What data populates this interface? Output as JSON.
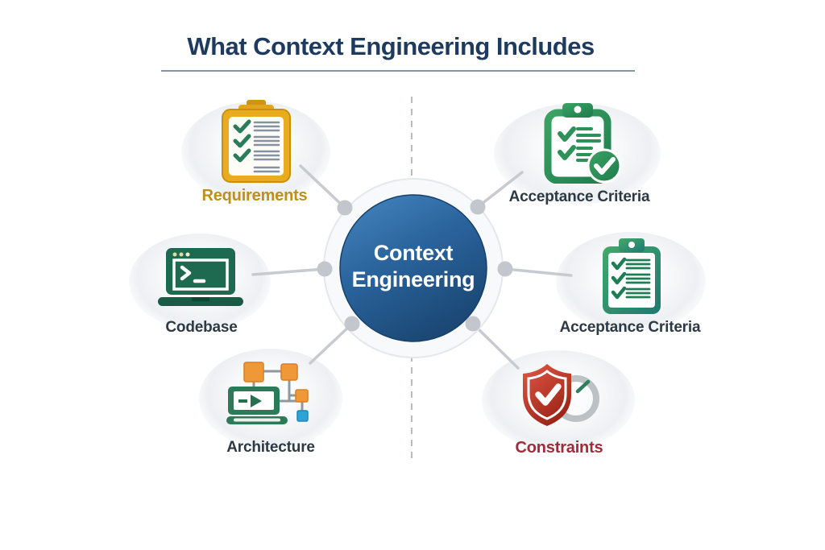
{
  "title": "What Context Engineering Includes",
  "center_node": {
    "label_line1": "Context",
    "label_line2": "Engineering"
  },
  "nodes": [
    {
      "label": "Requirements",
      "icon": "requirements-checklist-clipboard-icon",
      "accent_color": "#BE8F1A"
    },
    {
      "label": "Acceptance Criteria",
      "icon": "acceptance-criteria-check-badge-icon",
      "accent_color": "#2E9158"
    },
    {
      "label": "Codebase",
      "icon": "codebase-terminal-laptop-icon",
      "accent_color": "#1E6A50"
    },
    {
      "label": "Acceptance Criteria",
      "icon": "acceptance-criteria-clipboard-icon",
      "accent_color": "#2F8F5F"
    },
    {
      "label": "Architecture",
      "icon": "architecture-system-diagram-icon",
      "accent_color": "#EE9838"
    },
    {
      "label": "Constraints",
      "icon": "constraints-shield-check-icon",
      "accent_color": "#9D2C3C"
    }
  ],
  "colors": {
    "title_text": "#1F3A5F",
    "center_circle_top": "#4687C0",
    "center_circle_bottom": "#1B4875",
    "connector_gray": "#C7CBD0",
    "dashed_line_gray": "#B8BCC2",
    "label_dark": "#2D3A44"
  }
}
